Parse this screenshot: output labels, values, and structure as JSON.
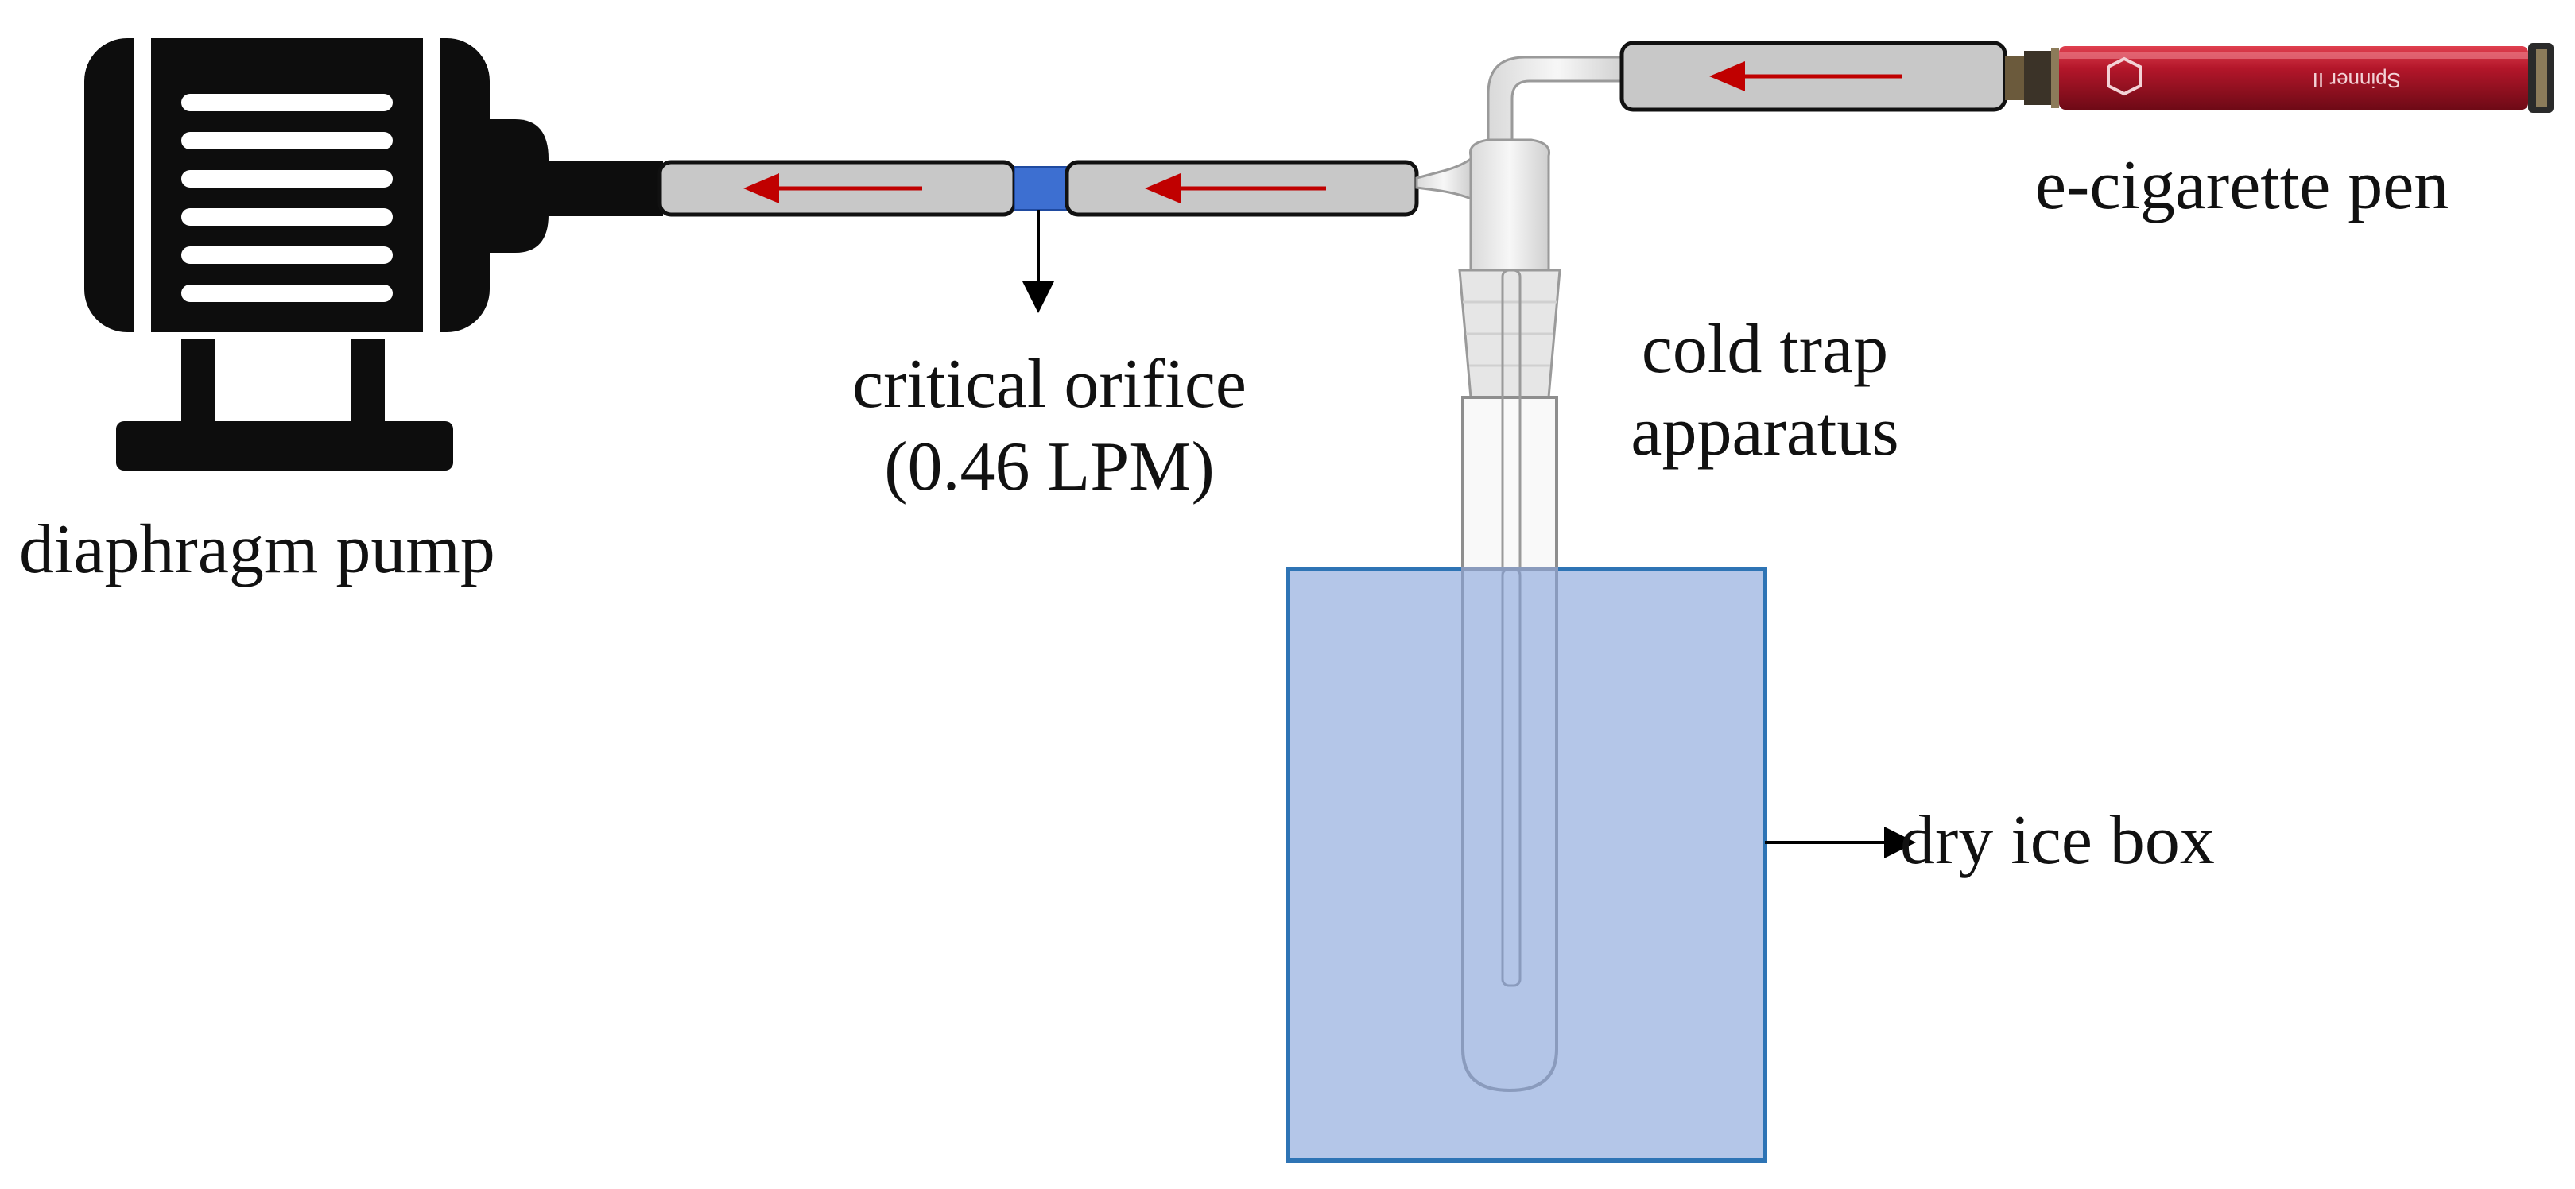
{
  "labels": {
    "pump": "diaphragm pump",
    "orifice_line1": "critical orifice",
    "orifice_line2": "(0.46 LPM)",
    "cold_trap_line1": "cold trap",
    "cold_trap_line2": "apparatus",
    "ecig": "e-cigarette pen",
    "dry_ice": "dry ice box"
  },
  "pen_text": "Spinner II",
  "colors": {
    "flow_arrow": "#c00000",
    "tube_fill": "#c8c8c8",
    "orifice": "#3d6fd1",
    "dry_ice_fill": "#a3b9e3",
    "dry_ice_border": "#2e74b5",
    "pen_red": "#b3162a",
    "pump": "#0d0d0d"
  },
  "icons": {
    "pump": "motor-pump-icon",
    "pen": "e-cigarette-icon",
    "cold_trap": "glass-tube-icon"
  }
}
